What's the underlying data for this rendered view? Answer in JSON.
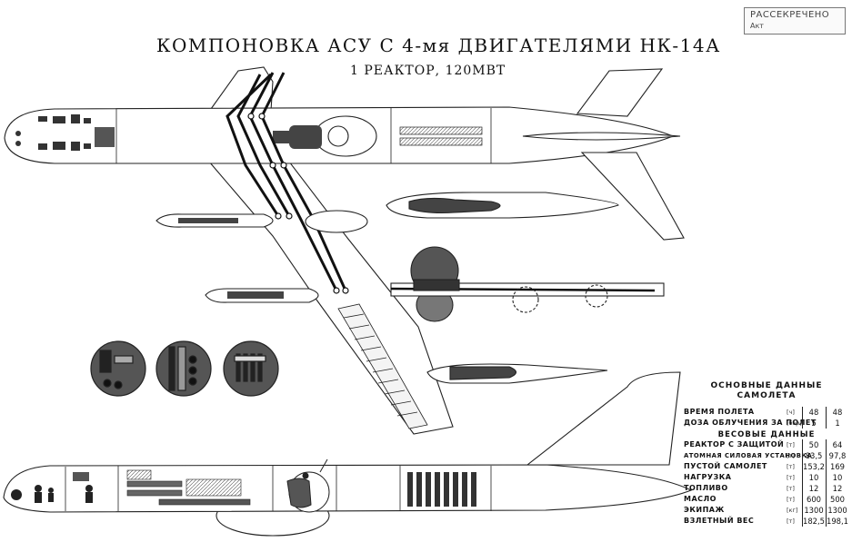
{
  "title": "КОМПОНОВКА АСУ С 4-мя ДВИГАТЕЛЯМИ НК-14А",
  "subtitle": "1 РЕАКТОР, 120МВТ",
  "stamp": {
    "line1": "РАССЕКРЕЧЕНО",
    "line2": "Акт"
  },
  "data_table": {
    "title_line1": "ОСНОВНЫЕ ДАННЫЕ",
    "title_line2": "САМОЛЕТА",
    "weight_header": "ВЕСОВЫЕ ДАННЫЕ",
    "rows_top": [
      {
        "label": "ВРЕМЯ ПОЛЕТА",
        "unit": "[ч]",
        "v1": "48",
        "v2": "48"
      },
      {
        "label": "ДОЗА ОБЛУЧЕНИЯ ЗА ПОЛЕТ",
        "unit": "[бэр]",
        "v1": "5",
        "v2": "1"
      }
    ],
    "rows_weight": [
      {
        "label": "РЕАКТОР С ЗАЩИТОЙ",
        "unit": "[т]",
        "v1": "50",
        "v2": "64"
      },
      {
        "label": "АТОМНАЯ СИЛОВАЯ УСТАНОВКА",
        "unit": "[т]",
        "v1": "83,5",
        "v2": "97,8"
      },
      {
        "label": "ПУСТОЙ САМОЛЕТ",
        "unit": "[т]",
        "v1": "153,2",
        "v2": "169"
      },
      {
        "label": "НАГРУЗКА",
        "unit": "[т]",
        "v1": "10",
        "v2": "10"
      },
      {
        "label": "ТОПЛИВО",
        "unit": "[т]",
        "v1": "12",
        "v2": "12"
      },
      {
        "label": "МАСЛО",
        "unit": "[т]",
        "v1": "600",
        "v2": "500"
      },
      {
        "label": "ЭКИПАЖ",
        "unit": "[кг]",
        "v1": "1300",
        "v2": "1300"
      },
      {
        "label": "ВЗЛЕТНЫЙ ВЕС",
        "unit": "[т]",
        "v1": "182,5",
        "v2": "198,1"
      }
    ]
  }
}
